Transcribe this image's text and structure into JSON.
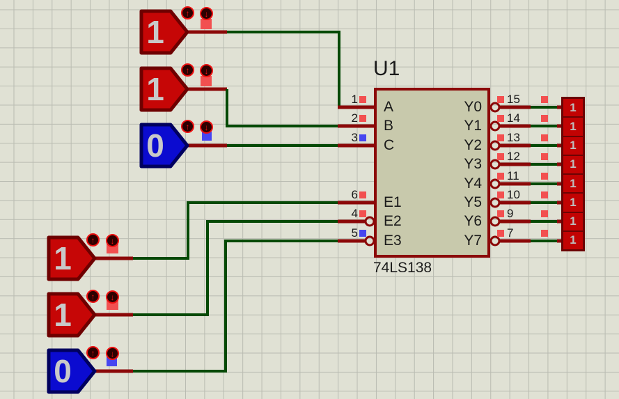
{
  "colors": {
    "background": "#e0e1d4",
    "grid_line": "#b9bbb1",
    "wire_green": "#054905",
    "wire_red": "#8b0808",
    "chip_fill": "#c8c9ac",
    "chip_border": "#8b0808",
    "text": "#1a1a1a",
    "state_high": "#f25050",
    "state_low": "#4646f0",
    "input_high_fill": "#c60606",
    "input_high_border": "#6e0000",
    "input_low_fill": "#0b0bd0",
    "input_low_border": "#00005e",
    "digit_color": "#c9c9c9",
    "probe_cell": "#c20303",
    "probe_border": "#6b0404",
    "probe_digit": "#bdbdbd",
    "toggle_fill": "#2d0000",
    "toggle_ring": "#ee1111"
  },
  "icons": {
    "toggle_up": "↑",
    "toggle_down": "↓"
  },
  "chip": {
    "ref": "U1",
    "part": "74LS138",
    "left_pins": [
      {
        "number": "1",
        "label": "A",
        "state": "1"
      },
      {
        "number": "2",
        "label": "B",
        "state": "1"
      },
      {
        "number": "3",
        "label": "C",
        "state": "0"
      },
      {
        "number": "6",
        "label": "E1",
        "state": "1"
      },
      {
        "number": "4",
        "label": "E2",
        "state": "1",
        "inverted": true
      },
      {
        "number": "5",
        "label": "E3",
        "state": "0",
        "inverted": true
      }
    ],
    "right_pins": [
      {
        "number": "15",
        "label": "Y0",
        "state": "1",
        "inverted": true
      },
      {
        "number": "14",
        "label": "Y1",
        "state": "1",
        "inverted": true
      },
      {
        "number": "13",
        "label": "Y2",
        "state": "1",
        "inverted": true
      },
      {
        "number": "12",
        "label": "Y3",
        "state": "1",
        "inverted": true
      },
      {
        "number": "11",
        "label": "Y4",
        "state": "1",
        "inverted": true
      },
      {
        "number": "10",
        "label": "Y5",
        "state": "1",
        "inverted": true
      },
      {
        "number": "9",
        "label": "Y6",
        "state": "1",
        "inverted": true
      },
      {
        "number": "7",
        "label": "Y7",
        "state": "1",
        "inverted": true
      }
    ]
  },
  "inputs": [
    {
      "value": "1",
      "state": "high"
    },
    {
      "value": "1",
      "state": "high"
    },
    {
      "value": "0",
      "state": "low"
    },
    {
      "value": "1",
      "state": "high"
    },
    {
      "value": "1",
      "state": "high"
    },
    {
      "value": "0",
      "state": "low"
    }
  ],
  "probes": [
    {
      "value": "1"
    },
    {
      "value": "1"
    },
    {
      "value": "1"
    },
    {
      "value": "1"
    },
    {
      "value": "1"
    },
    {
      "value": "1"
    },
    {
      "value": "1"
    },
    {
      "value": "1"
    }
  ]
}
